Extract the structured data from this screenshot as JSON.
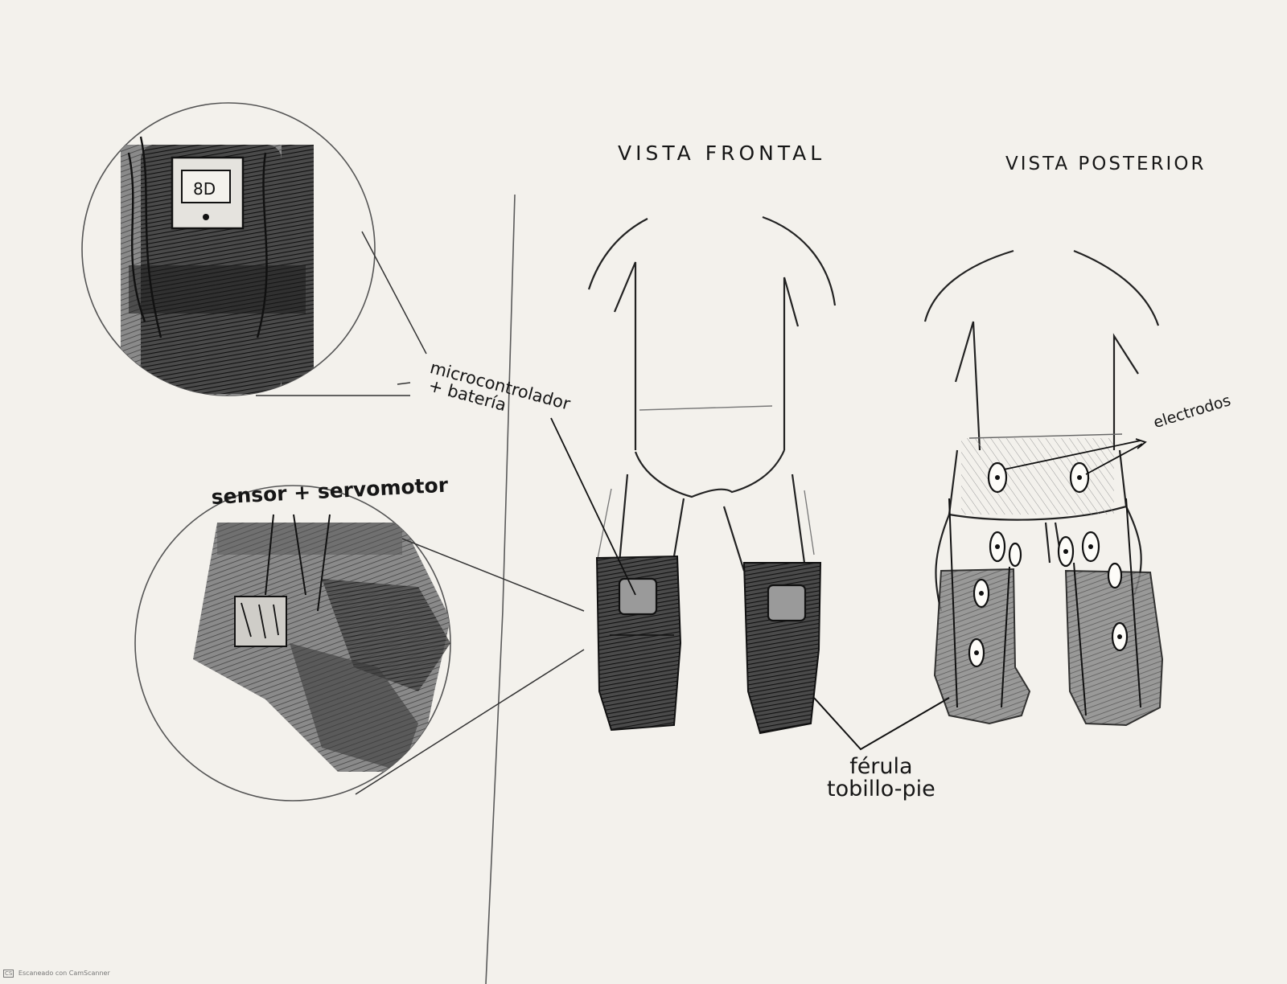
{
  "labels": {
    "front_view": "VISTA FRONTAL",
    "back_view": "VISTA POSTERIOR",
    "micro_line1": "microcontrolador",
    "micro_line2": "+ batería",
    "sensor": "sensor + servomotor",
    "electrodes": "electrodos",
    "orthosis_line1": "férula",
    "orthosis_line2": "tobillo-pie"
  },
  "footer": {
    "logo": "CS",
    "text": "Escaneado con CamScanner"
  },
  "colors": {
    "paper": "#f3f1ec",
    "ink": "#161616",
    "shading": "#2a2a2a"
  }
}
